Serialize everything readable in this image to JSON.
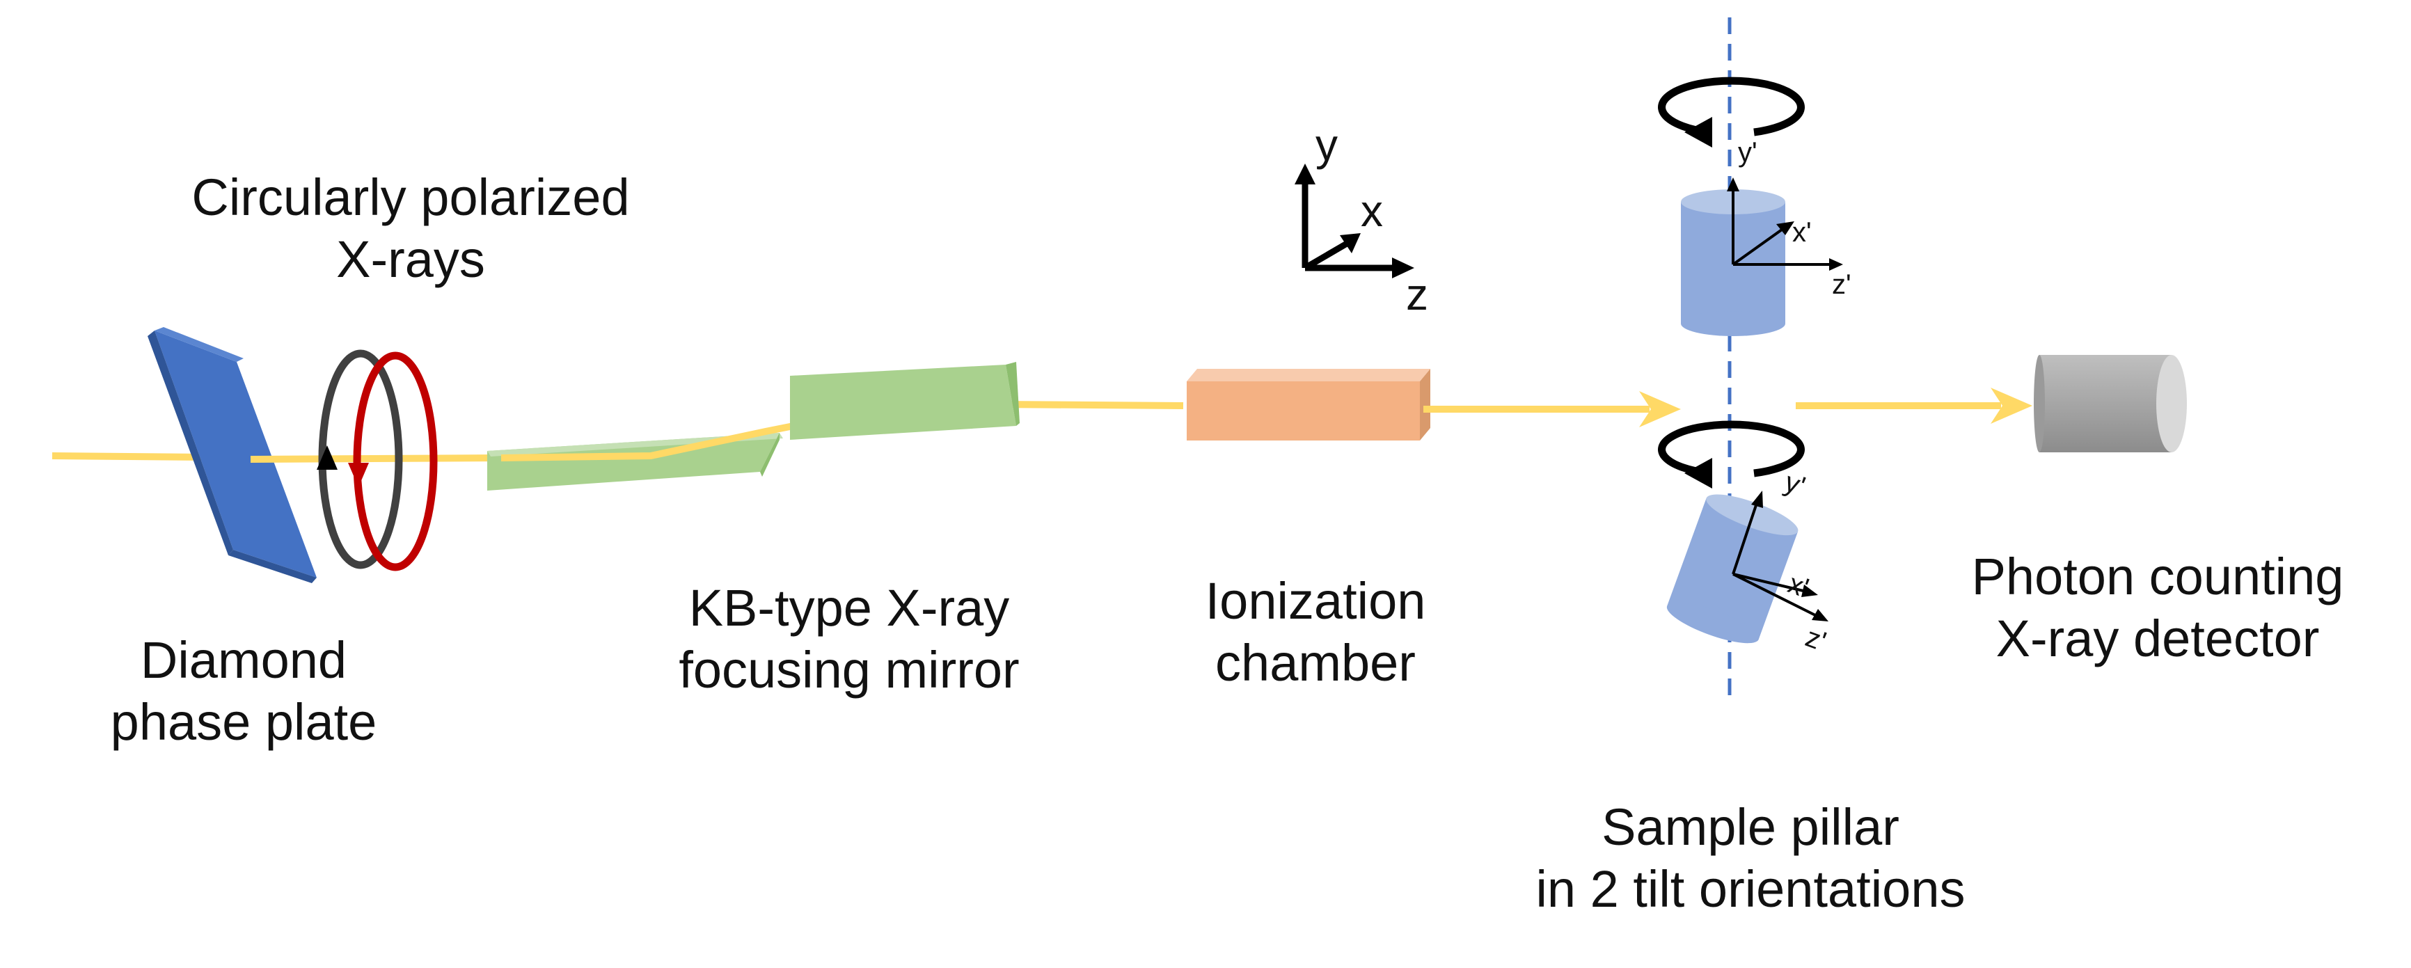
{
  "labels": {
    "circularly_polarized": [
      "Circularly polarized",
      "X-rays"
    ],
    "diamond_phase_plate": [
      "Diamond",
      "phase plate"
    ],
    "kb_mirror": [
      "KB-type X-ray",
      "focusing mirror"
    ],
    "ionization_chamber": [
      "Ionization",
      "chamber"
    ],
    "sample_pillar": [
      "Sample pillar",
      "in 2 tilt orientations"
    ],
    "detector": [
      "Photon counting",
      "X-ray detector"
    ]
  },
  "axes": {
    "x": "x",
    "y": "y",
    "z": "z"
  },
  "sample_axes": {
    "x": "x'",
    "y": "y'",
    "z": "z'"
  },
  "colors": {
    "beam": "#FFD966",
    "phase_plate": "#4472C4",
    "phase_plate_side": "#2F5597",
    "helix_dark": "#404040",
    "helix_red": "#C00000",
    "mirror": "#A9D18E",
    "mirror_edge": "#8DBE6F",
    "chamber": "#F4B183",
    "chamber_top": "#F8CBAD",
    "chamber_side": "#D99A6C",
    "sample": "#8FAADC",
    "sample_top": "#B4C7E7",
    "rotation_axis": "#4472C4",
    "detector": "#A6A6A6",
    "detector_face": "#D0D0D0"
  }
}
